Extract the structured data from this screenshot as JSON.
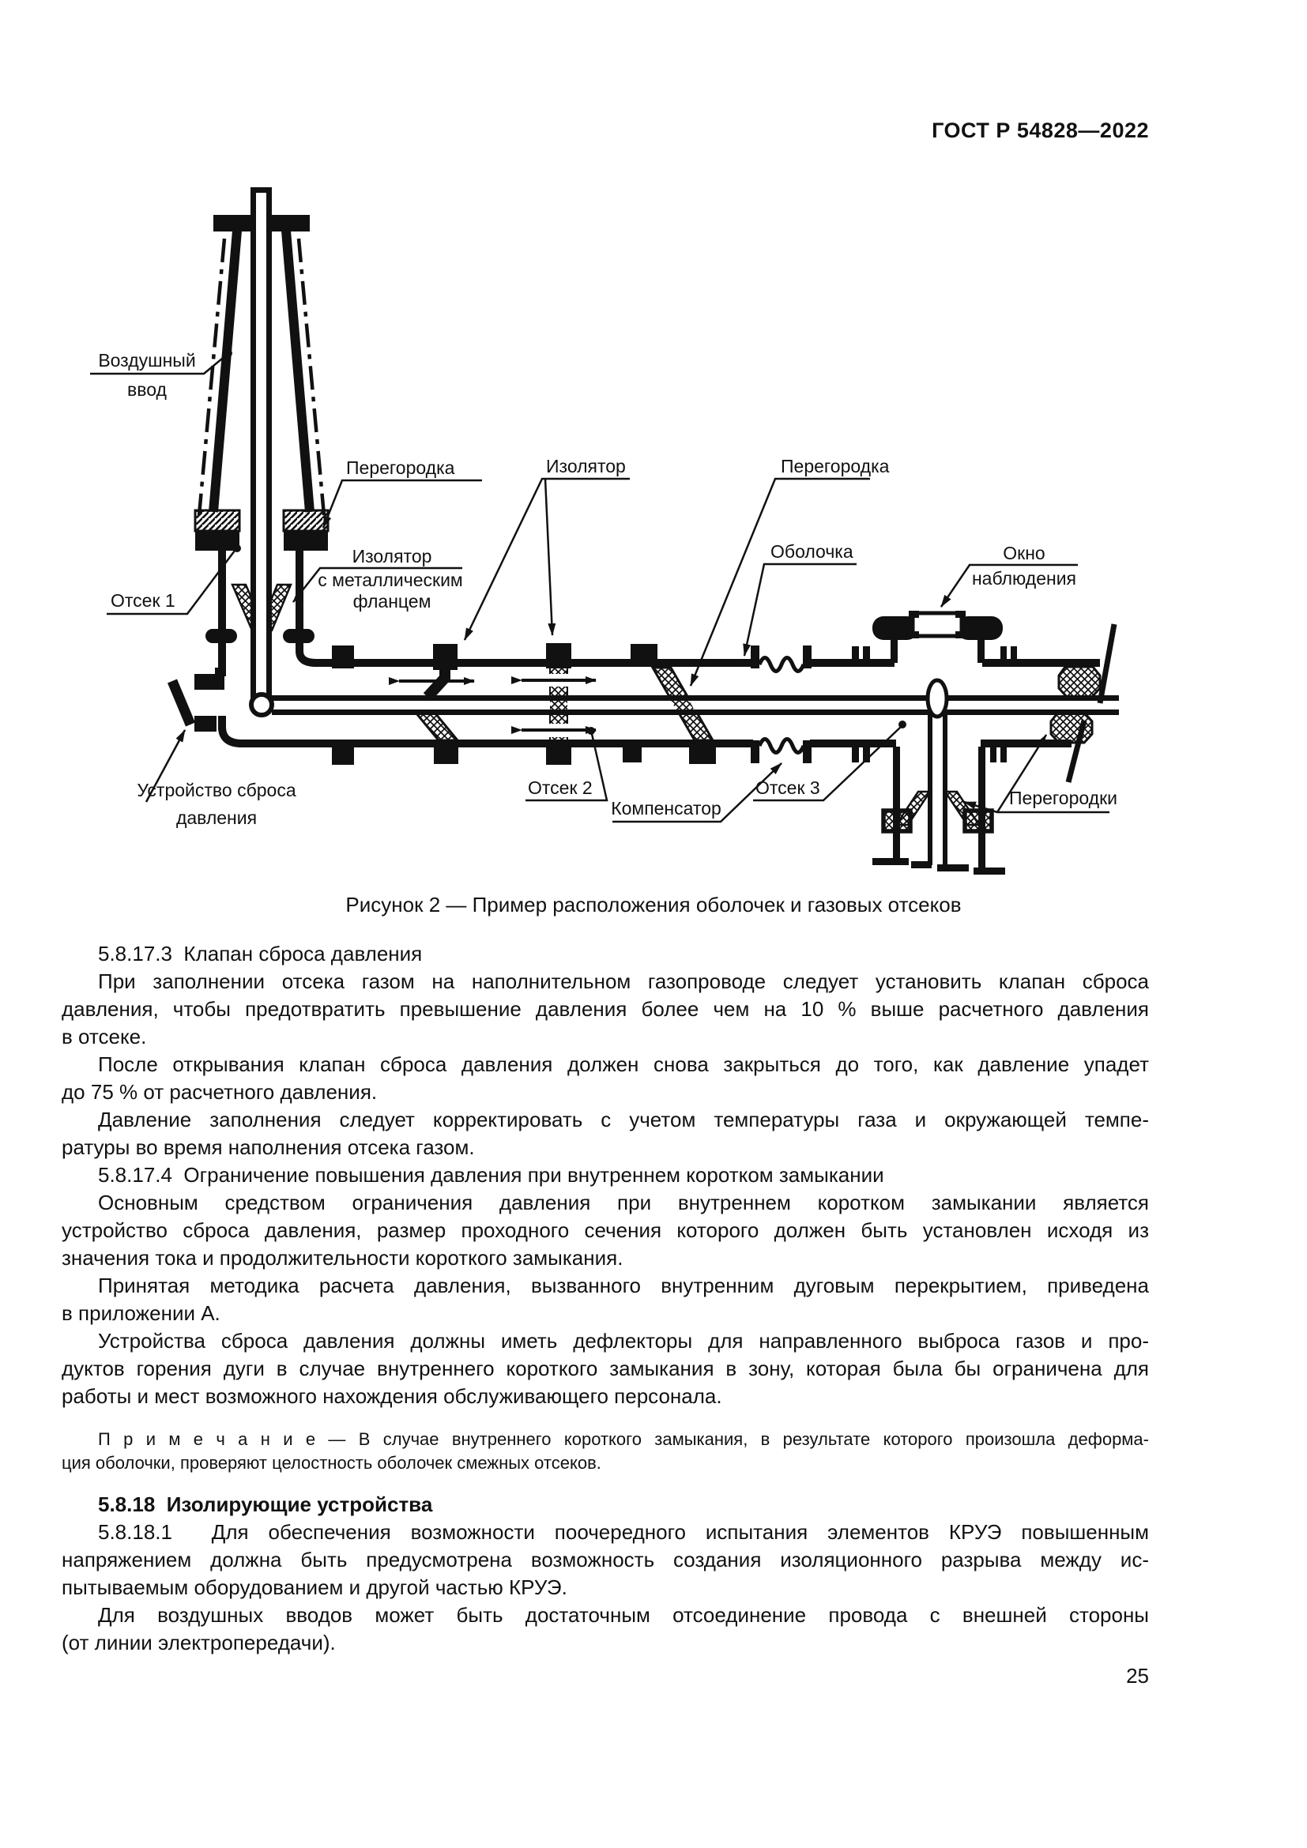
{
  "page": {
    "header": "ГОСТ Р 54828—2022",
    "number": "25"
  },
  "figure": {
    "caption": "Рисунок 2 — Пример расположения оболочек и газовых отсеков",
    "labels": {
      "air_bushing": [
        "Воздушный",
        "ввод"
      ],
      "partition_top_left": "Перегородка",
      "insulator": "Изолятор",
      "partition_top_right": "Перегородка",
      "enclosure": "Оболочка",
      "viewing_window": [
        "Окно",
        "наблюдения"
      ],
      "compartment_1": "Отсек 1",
      "insulator_flange": [
        "Изолятор",
        "с металлическим",
        "фланцем"
      ],
      "pressure_relief": [
        "Устройство сброса",
        "давления"
      ],
      "compartment_2": "Отсек 2",
      "compensator": "Компенсатор",
      "compartment_3": "Отсек 3",
      "partitions": "Перегородки"
    }
  },
  "body": {
    "paragraphs": [
      {
        "style": "normal",
        "lines": [
          "5.8.17.3  Клапан сброса давления"
        ]
      },
      {
        "style": "normal",
        "lines": [
          "При заполнении отсека газом на наполнительном газопроводе следует установить клапан сброса",
          "давления, чтобы предотвратить превышение давления более чем на 10 % выше расчетного давления",
          "в отсеке."
        ]
      },
      {
        "style": "normal",
        "lines": [
          "После открывания клапан сброса давления должен снова закрыться до того, как давление упадет",
          "до 75 % от расчетного давления."
        ]
      },
      {
        "style": "normal",
        "lines": [
          "Давление заполнения следует корректировать с учетом температуры газа и окружающей темпе-",
          "ратуры во время наполнения отсека газом."
        ]
      },
      {
        "style": "normal",
        "lines": [
          "5.8.17.4  Ограничение повышения давления при внутреннем коротком замыкании"
        ]
      },
      {
        "style": "normal",
        "lines": [
          "Основным средством ограничения давления при внутреннем коротком замыкании является",
          "устройство сброса давления, размер проходного сечения которого должен быть установлен исходя из",
          "значения тока и продолжительности короткого замыкания."
        ]
      },
      {
        "style": "normal",
        "lines": [
          "Принятая методика расчета давления, вызванного внутренним дуговым перекрытием, приведена",
          "в приложении А."
        ]
      },
      {
        "style": "normal",
        "lines": [
          "Устройства сброса давления должны иметь дефлекторы для направленного выброса газов и про-",
          "дуктов горения дуги в случае внутреннего короткого замыкания в зону, которая была бы ограничена для",
          "работы и мест возможного нахождения обслуживающего персонала."
        ]
      },
      {
        "style": "note",
        "lines": [
          "П р и м е ч а н и е — В случае внутреннего короткого замыкания, в результате которого произошла деформа-",
          "ция оболочки, проверяют целостность оболочек смежных отсеков."
        ]
      },
      {
        "style": "boldhead",
        "lines": [
          "5.8.18  Изолирующие устройства"
        ]
      },
      {
        "style": "normal",
        "lines": [
          "5.8.18.1  Для обеспечения возможности поочередного испытания элементов КРУЭ повышенным",
          "напряжением должна быть предусмотрена возможность создания изоляционного разрыва между ис-",
          "пытываемым оборудованием и другой частью КРУЭ."
        ]
      },
      {
        "style": "normal",
        "lines": [
          "Для воздушных вводов может быть достаточным отсоединение провода с внешней стороны",
          "(от линии электропередачи)."
        ]
      }
    ]
  }
}
